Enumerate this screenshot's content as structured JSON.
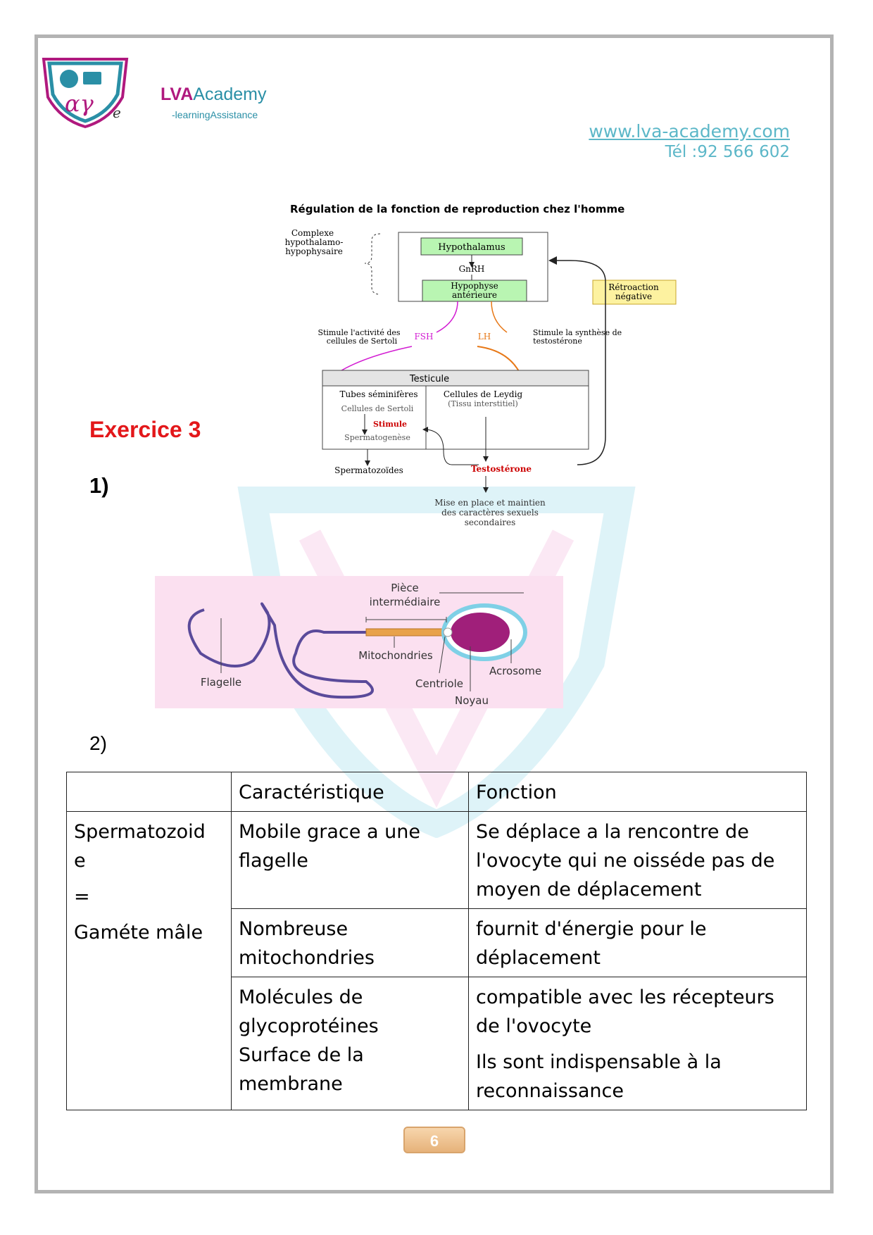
{
  "header": {
    "logo_letters": "αγ",
    "logo_e": "e",
    "brand_lva": "LVA",
    "brand_academy": "Academy",
    "tagline": "-learningAssistance",
    "website": "www.lva-academy.com",
    "phone": "Tél :92 566 602"
  },
  "colors": {
    "exercise_title": "#e3171a",
    "brand_teal": "#2a8fa6",
    "brand_magenta": "#b0197e",
    "page_badge": "#e6b27a"
  },
  "exercise": {
    "title": "Exercice 3",
    "q1": "1)",
    "q2": "2)"
  },
  "diagram": {
    "title": "Régulation de la fonction de reproduction chez l'homme",
    "complex_label": [
      "Complexe",
      "hypothalamo-",
      "hypophysaire"
    ],
    "hypothalamus": "Hypothalamus",
    "gnrh": "GnRH",
    "hypophyse": [
      "Hypophyse",
      "antérieure"
    ],
    "retroaction": [
      "Rétroaction",
      "négative"
    ],
    "fsh": "FSH",
    "lh": "LH",
    "fsh_note": [
      "Stimule l'activité des",
      "cellules de Sertoli"
    ],
    "lh_note": [
      "Stimule la synthèse de",
      "testostérone"
    ],
    "testicule": "Testicule",
    "tubes": "Tubes séminifères",
    "sertoli": "Cellules de Sertoli",
    "stimule": "Stimule",
    "spermatogenese": "Spermatogenèse",
    "leydig": "Cellules de Leydig",
    "tissu": "(Tissu interstitiel)",
    "spermatozoides": "Spermatozoïdes",
    "testosterone": "Testostérone",
    "caracteres": [
      "Mise en place et maintien",
      "des caractères sexuels",
      "secondaires"
    ]
  },
  "sperm": {
    "piece": "Pièce",
    "intermediaire": "intermédiaire",
    "mitochondries": "Mitochondries",
    "flagelle": "Flagelle",
    "centriole": "Centriole",
    "noyau": "Noyau",
    "acrosome": "Acrosome"
  },
  "table": {
    "headers": [
      "",
      "Caractéristique",
      "Fonction"
    ],
    "row_label": [
      "Spermatozoid",
      "e",
      "=",
      "Gaméte mâle"
    ],
    "rows": [
      {
        "carac": [
          "Mobile grace a une",
          "flagelle"
        ],
        "fonction": [
          "Se déplace a la rencontre de",
          "l'ovocyte qui ne oisséde pas de",
          "moyen de déplacement"
        ]
      },
      {
        "carac": [
          "Nombreuse",
          "mitochondries"
        ],
        "fonction": [
          "fournit d'énergie pour le",
          "déplacement"
        ]
      },
      {
        "carac": [
          "Molécules de",
          "glycoprotéines",
          "Surface de la",
          "membrane"
        ],
        "fonction": [
          "compatible avec les récepteurs",
          "de l'ovocyte"
        ],
        "fonction2": [
          "Ils sont indispensable à la",
          "reconnaissance"
        ]
      }
    ]
  },
  "page_number": "6"
}
